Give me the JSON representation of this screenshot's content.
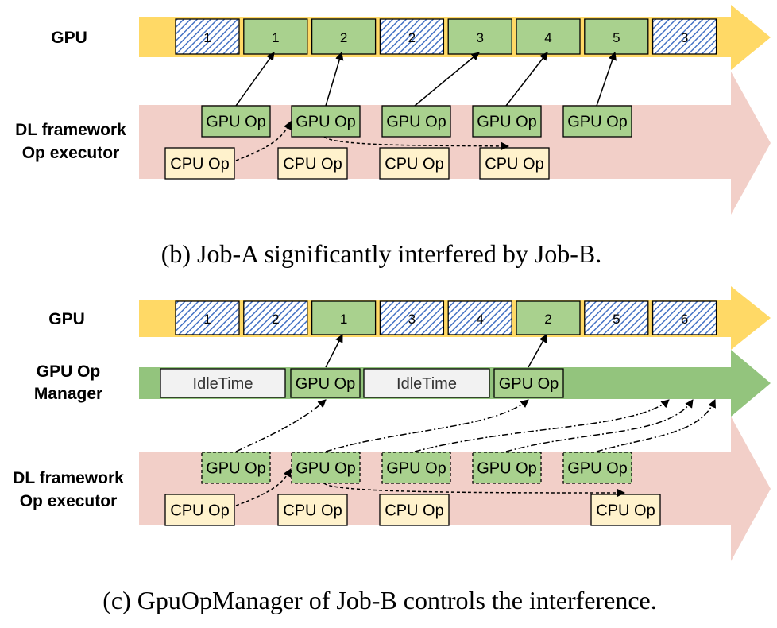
{
  "colors": {
    "gpu_track": "#ffd966",
    "executor_track": "#f2cfc8",
    "manager_track": "#93c47d",
    "gpu_op_fill": "#a9d18e",
    "cpu_op_fill": "#fff2cc",
    "idle_fill": "#f2f2f2",
    "hatch_blue": "#4472c4"
  },
  "panel_b": {
    "gpu_label": "GPU",
    "executor_label_line1": "DL framework",
    "executor_label_line2": "Op executor",
    "gpu_slots": [
      {
        "text": "1",
        "kind": "hatched"
      },
      {
        "text": "1",
        "kind": "green"
      },
      {
        "text": "2",
        "kind": "green"
      },
      {
        "text": "2",
        "kind": "hatched"
      },
      {
        "text": "3",
        "kind": "green"
      },
      {
        "text": "4",
        "kind": "green"
      },
      {
        "text": "5",
        "kind": "green"
      },
      {
        "text": "3",
        "kind": "hatched"
      }
    ],
    "gpu_ops": [
      "GPU Op",
      "GPU Op",
      "GPU Op",
      "GPU Op",
      "GPU Op"
    ],
    "cpu_ops": [
      "CPU Op",
      "CPU Op",
      "CPU Op",
      "CPU Op"
    ],
    "caption": "(b) Job-A significantly interfered by Job-B."
  },
  "panel_c": {
    "gpu_label": "GPU",
    "manager_label_line1": "GPU Op",
    "manager_label_line2": "Manager",
    "executor_label_line1": "DL framework",
    "executor_label_line2": "Op executor",
    "gpu_slots": [
      {
        "text": "1",
        "kind": "hatched"
      },
      {
        "text": "2",
        "kind": "hatched"
      },
      {
        "text": "1",
        "kind": "green"
      },
      {
        "text": "3",
        "kind": "hatched"
      },
      {
        "text": "4",
        "kind": "hatched"
      },
      {
        "text": "2",
        "kind": "green"
      },
      {
        "text": "5",
        "kind": "hatched"
      },
      {
        "text": "6",
        "kind": "hatched"
      }
    ],
    "manager_items": [
      {
        "text": "IdleTime",
        "kind": "idle"
      },
      {
        "text": "GPU Op",
        "kind": "gpu"
      },
      {
        "text": "IdleTime",
        "kind": "idle"
      },
      {
        "text": "GPU Op",
        "kind": "gpu"
      }
    ],
    "gpu_ops": [
      "GPU Op",
      "GPU Op",
      "GPU Op",
      "GPU Op",
      "GPU Op"
    ],
    "cpu_ops": [
      "CPU Op",
      "CPU Op",
      "CPU Op",
      "CPU Op"
    ],
    "caption": "(c) GpuOpManager of Job-B controls the interference."
  }
}
